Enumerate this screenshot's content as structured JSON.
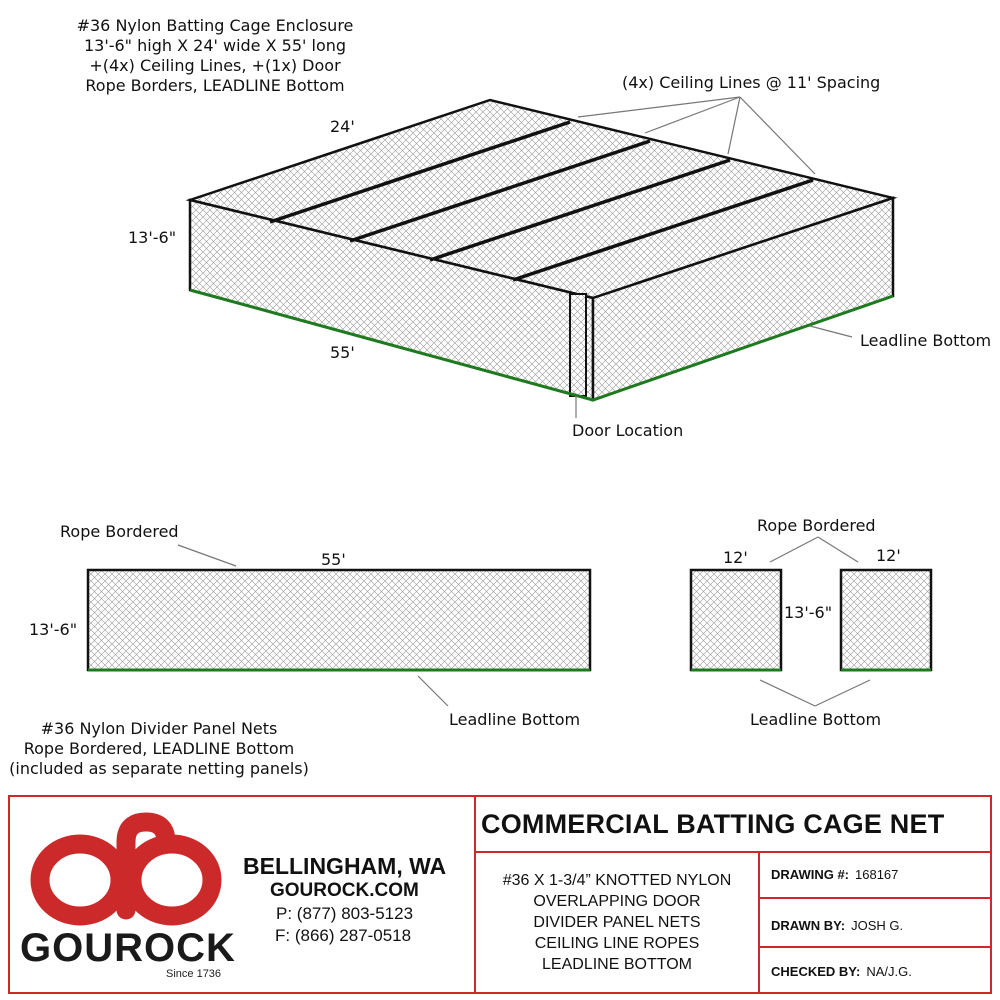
{
  "enclosure_note": {
    "line1": "#36 Nylon Batting Cage Enclosure",
    "line2": "13'-6\" high X 24' wide X 55' long",
    "line3": "+(4x) Ceiling Lines, +(1x) Door",
    "line4": "Rope Borders, LEADLINE Bottom"
  },
  "iso_view": {
    "width_label": "24'",
    "height_label": "13'-6\"",
    "length_label": "55'",
    "ceiling_lines_label": "(4x) Ceiling Lines @ 11' Spacing",
    "leadline_label": "Leadline Bottom",
    "door_label": "Door Location"
  },
  "divider_long": {
    "rope_label": "Rope Bordered",
    "length_label": "55'",
    "height_label": "13'-6\"",
    "leadline_label": "Leadline Bottom"
  },
  "divider_short": {
    "rope_label": "Rope Bordered",
    "left_width_label": "12'",
    "right_width_label": "12'",
    "height_label": "13'-6\"",
    "leadline_label": "Leadline Bottom"
  },
  "divider_note": {
    "line1": "#36 Nylon Divider Panel Nets",
    "line2": "Rope Bordered, LEADLINE Bottom",
    "line3": "(included as separate netting panels)"
  },
  "title_block": {
    "company": {
      "name": "GOUROCK",
      "since": "Since 1736",
      "city": "BELLINGHAM, WA",
      "website": "GOUROCK.COM",
      "phone": "P: (877) 803-5123",
      "fax": "F: (866) 287-0518"
    },
    "title": "COMMERCIAL BATTING CAGE NET",
    "spec_lines": [
      "#36 X 1-3/4” KNOTTED NYLON",
      "OVERLAPPING DOOR",
      "DIVIDER PANEL NETS",
      "CEILING LINE ROPES",
      "LEADLINE BOTTOM"
    ],
    "drawing_no_label": "DRAWING #:",
    "drawing_no": "168167",
    "drawn_by_label": "DRAWN BY:",
    "drawn_by": "JOSH G.",
    "checked_by_label": "CHECKED BY:",
    "checked_by": "NA/J.G."
  },
  "colors": {
    "brand_red": "#cc2a2a",
    "leadline_green": "#1e7a1e",
    "outline": "#111111"
  }
}
